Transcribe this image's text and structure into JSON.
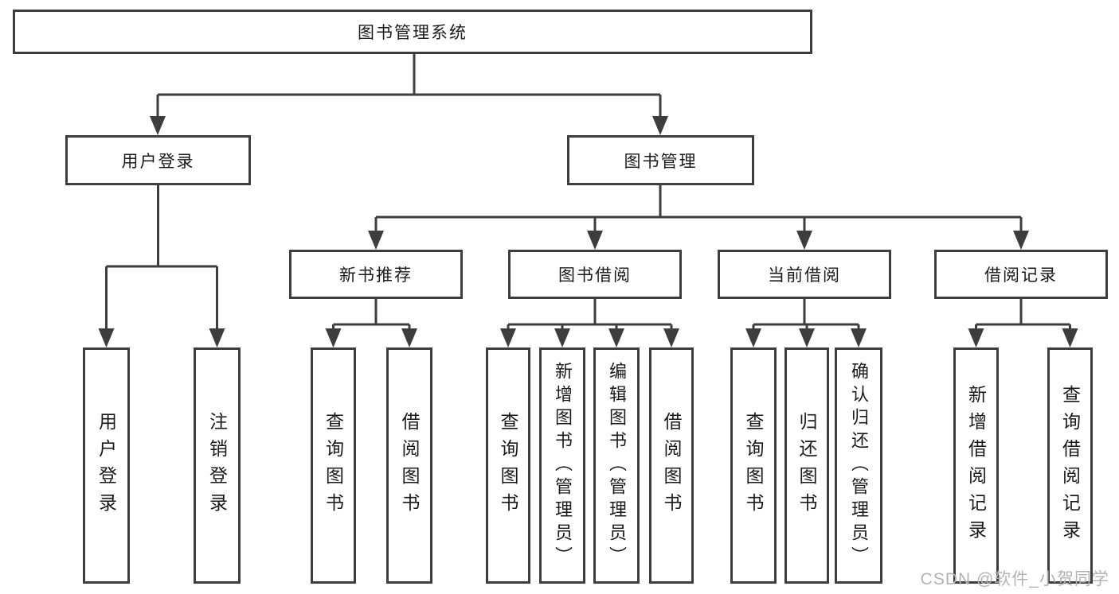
{
  "tree": {
    "root": {
      "label": "图书管理系统"
    },
    "level2": [
      {
        "label": "用户登录",
        "children": [
          {
            "label": "用户登录"
          },
          {
            "label": "注销登录"
          }
        ]
      },
      {
        "label": "图书管理",
        "children": [
          {
            "label": "新书推荐",
            "children": [
              {
                "label": "查询图书"
              },
              {
                "label": "借阅图书"
              }
            ]
          },
          {
            "label": "图书借阅",
            "children": [
              {
                "label": "查询图书"
              },
              {
                "label": "新增图书（管理员）"
              },
              {
                "label": "编辑图书（管理员）"
              },
              {
                "label": "借阅图书"
              }
            ]
          },
          {
            "label": "当前借阅",
            "children": [
              {
                "label": "查询图书"
              },
              {
                "label": "归还图书"
              },
              {
                "label": "确认归还（管理员）"
              }
            ]
          },
          {
            "label": "借阅记录",
            "children": [
              {
                "label": "新增借阅记录"
              },
              {
                "label": "查询借阅记录"
              }
            ]
          }
        ]
      }
    ]
  },
  "watermark": {
    "text": "CSDN @软件_小贺同学"
  },
  "colors": {
    "line": "#3d3d3d",
    "text": "#1a1a1a",
    "watermark": "#b3b3b3",
    "background": "#ffffff"
  }
}
